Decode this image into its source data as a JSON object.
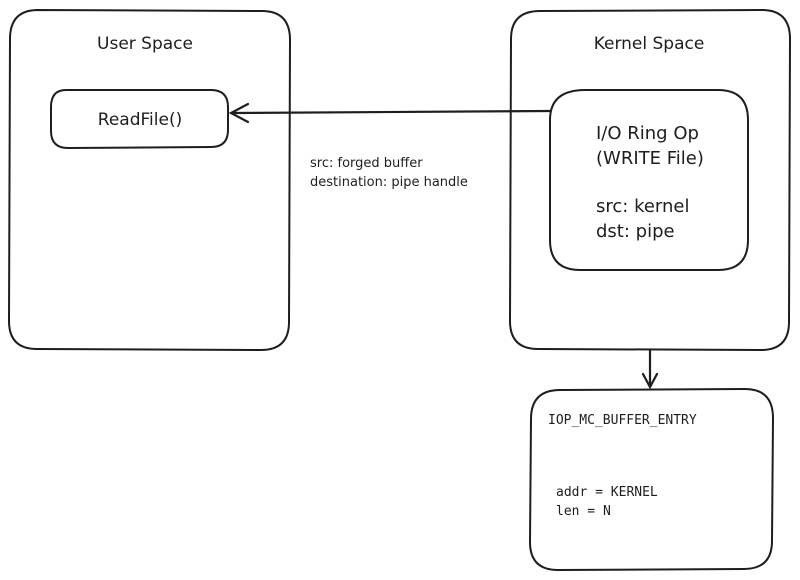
{
  "user_space": {
    "title": "User Space",
    "readfile_label": "ReadFile()"
  },
  "kernel_space": {
    "title": "Kernel Space",
    "op": {
      "line1": "I/O Ring Op",
      "line2": "(WRITE File)",
      "src": "src: kernel",
      "dst": "dst: pipe"
    }
  },
  "arrow_annotation": {
    "line1": "src: forged buffer",
    "line2": "destination: pipe handle"
  },
  "buffer_entry": {
    "title": "IOP_MC_BUFFER_ENTRY",
    "addr": "addr = KERNEL",
    "len": "len = N"
  }
}
